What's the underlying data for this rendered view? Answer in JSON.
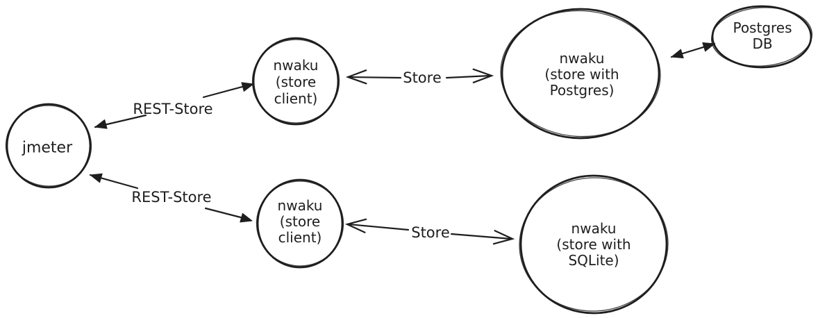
{
  "diagram": {
    "colors": {
      "stroke": "#1e1e1e",
      "background": "#ffffff"
    },
    "nodes": {
      "jmeter": {
        "lines": [
          "jmeter"
        ]
      },
      "store_client_top": {
        "lines": [
          "nwaku",
          "(store",
          "client)"
        ]
      },
      "store_with_postgres": {
        "lines": [
          "nwaku",
          "(store with",
          "Postgres)"
        ]
      },
      "postgres_db": {
        "lines": [
          "Postgres",
          "DB"
        ]
      },
      "store_client_bottom": {
        "lines": [
          "nwaku",
          "(store",
          "client)"
        ]
      },
      "store_with_sqlite": {
        "lines": [
          "nwaku",
          "(store with",
          "SQLite)"
        ]
      }
    },
    "edges": {
      "rest_store_top": {
        "label": "REST-Store",
        "style": "double-arrow-filled"
      },
      "store_top": {
        "label": "Store",
        "style": "double-arrow-open"
      },
      "rest_store_bottom": {
        "label": "REST-Store",
        "style": "double-arrow-filled"
      },
      "store_bottom": {
        "label": "Store",
        "style": "double-arrow-open"
      },
      "postgres_to_db": {
        "label": "",
        "style": "double-arrow-filled"
      }
    }
  }
}
